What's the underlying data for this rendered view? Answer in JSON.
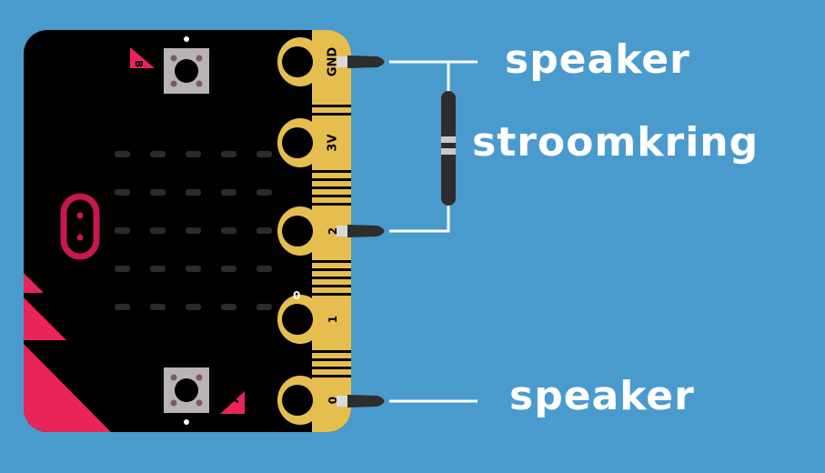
{
  "labels": {
    "top_speaker": "speaker",
    "circuit": "stroomkring",
    "bottom_speaker": "speaker"
  },
  "board": {
    "button_b": "B",
    "button_a": "A",
    "pins": [
      "GND",
      "3V",
      "2",
      "1",
      "0"
    ],
    "stray_label": "0"
  },
  "colors": {
    "background": "#4a9bcd",
    "board": "#000000",
    "edge": "#e6be50",
    "accent": "#e8245a",
    "wire": "#ffffff"
  }
}
